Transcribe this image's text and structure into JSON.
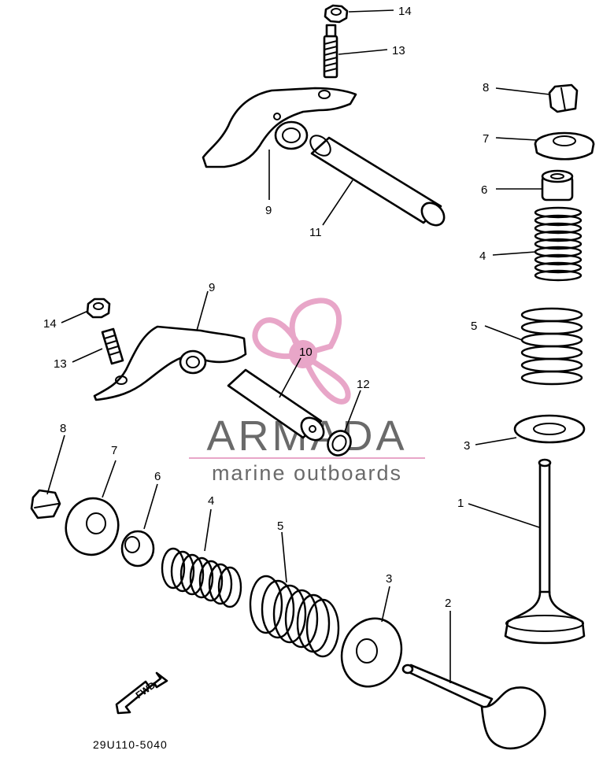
{
  "watermark": {
    "brand": "ARMADA",
    "tagline": "marine outboards",
    "logo_color": "#e8a6c8",
    "text_color": "#6a6a6a"
  },
  "diagram_code": "29U110-5040",
  "direction_arrow": "FWD",
  "callouts": [
    {
      "id": "c14a",
      "label": "14"
    },
    {
      "id": "c13a",
      "label": "13"
    },
    {
      "id": "c9a",
      "label": "9"
    },
    {
      "id": "c11",
      "label": "11"
    },
    {
      "id": "c8a",
      "label": "8"
    },
    {
      "id": "c7a",
      "label": "7"
    },
    {
      "id": "c6a",
      "label": "6"
    },
    {
      "id": "c4a",
      "label": "4"
    },
    {
      "id": "c5a",
      "label": "5"
    },
    {
      "id": "c3a",
      "label": "3"
    },
    {
      "id": "c1",
      "label": "1"
    },
    {
      "id": "c9b",
      "label": "9"
    },
    {
      "id": "c14b",
      "label": "14"
    },
    {
      "id": "c13b",
      "label": "13"
    },
    {
      "id": "c10",
      "label": "10"
    },
    {
      "id": "c12",
      "label": "12"
    },
    {
      "id": "c8b",
      "label": "8"
    },
    {
      "id": "c7b",
      "label": "7"
    },
    {
      "id": "c6b",
      "label": "6"
    },
    {
      "id": "c4b",
      "label": "4"
    },
    {
      "id": "c5b",
      "label": "5"
    },
    {
      "id": "c3b",
      "label": "3"
    },
    {
      "id": "c2",
      "label": "2"
    }
  ]
}
